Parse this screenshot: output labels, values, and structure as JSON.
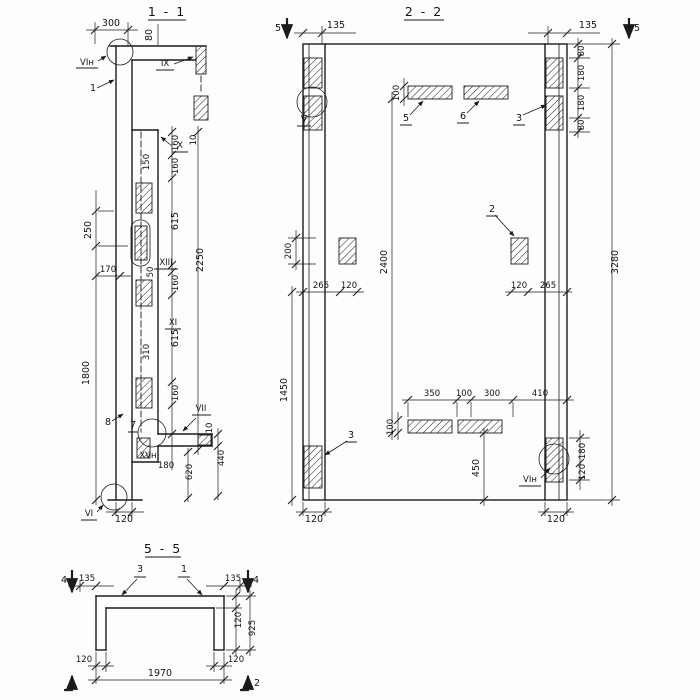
{
  "colors": {
    "ink": "#1c1c1c",
    "paper": "#fdfdfc"
  },
  "s11": {
    "title": "1 - 1",
    "dim_300": "300",
    "dim_80": "80",
    "marker_vin": "VIн",
    "marker_ix": "IX",
    "label_1": "1",
    "marker_x": "X",
    "dim_10_top": "10",
    "dim_150": "150",
    "dim_160_a": "160",
    "dim_160_b": "160",
    "dim_615_a": "615",
    "dim_2250": "2250",
    "dim_250": "250",
    "dim_50": "50",
    "marker_xiii": "XIII",
    "dim_170": "170",
    "dim_160_c": "160",
    "marker_xi": "XI",
    "dim_310": "310",
    "dim_615_b": "615",
    "dim_1800": "1800",
    "dim_160_d": "160",
    "label_8": "8",
    "label_7": "7",
    "marker_vii": "VII",
    "dim_10_bot": "10",
    "marker_xvn": "XVн",
    "dim_180": "180",
    "dim_620": "620",
    "dim_440": "440",
    "marker_vi": "VI",
    "dim_120": "120"
  },
  "s22": {
    "title": "2 - 2",
    "cut_5_left": "5",
    "cut_5_right": "5",
    "dim_135_left": "135",
    "dim_135_right": "135",
    "dim_80_a": "80",
    "dim_180_a": "180",
    "dim_180_b": "180",
    "dim_80_b": "80",
    "dim_3280": "3280",
    "dim_100_top": "100",
    "label_5": "5",
    "label_6": "6",
    "label_3_top": "3",
    "marker_v": "V",
    "dim_2400": "2400",
    "dim_200": "200",
    "label_2": "2",
    "dim_265_left": "265",
    "dim_120_left": "120",
    "dim_120_right": "120",
    "dim_265_right": "265",
    "dim_1450": "1450",
    "dim_350": "350",
    "dim_100_mid": "100",
    "dim_300": "300",
    "dim_410": "410",
    "dim_100_bot": "100",
    "label_3_bot": "3",
    "dim_450": "450",
    "marker_vin": "VIн",
    "dim_180_c": "180",
    "dim_120_c": "120",
    "dim_120_bot_left": "120",
    "dim_120_bot_right": "120"
  },
  "s55": {
    "title": "5 - 5",
    "cut_4_left": "4",
    "cut_4_right": "4",
    "dim_135_left": "135",
    "label_3": "3",
    "label_1": "1",
    "dim_135_right": "135",
    "dim_120_right": "120",
    "dim_925": "925",
    "dim_120_bot_left": "120",
    "dim_1970": "1970",
    "dim_120_bot_right": "120",
    "cut_2": "2"
  }
}
